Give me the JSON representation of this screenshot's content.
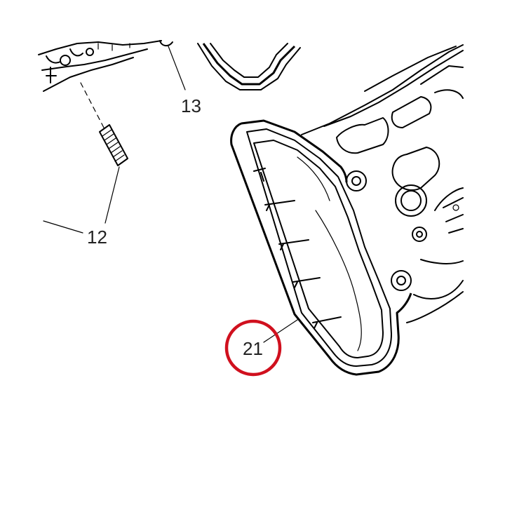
{
  "callouts": [
    {
      "id": "12",
      "text": "12"
    },
    {
      "id": "13",
      "text": "13"
    },
    {
      "id": "21",
      "text": "21"
    }
  ],
  "highlight": {
    "target": "21",
    "color": "#d0101e"
  },
  "colors": {
    "line": "#000000",
    "background": "#ffffff",
    "label": "#222222"
  }
}
